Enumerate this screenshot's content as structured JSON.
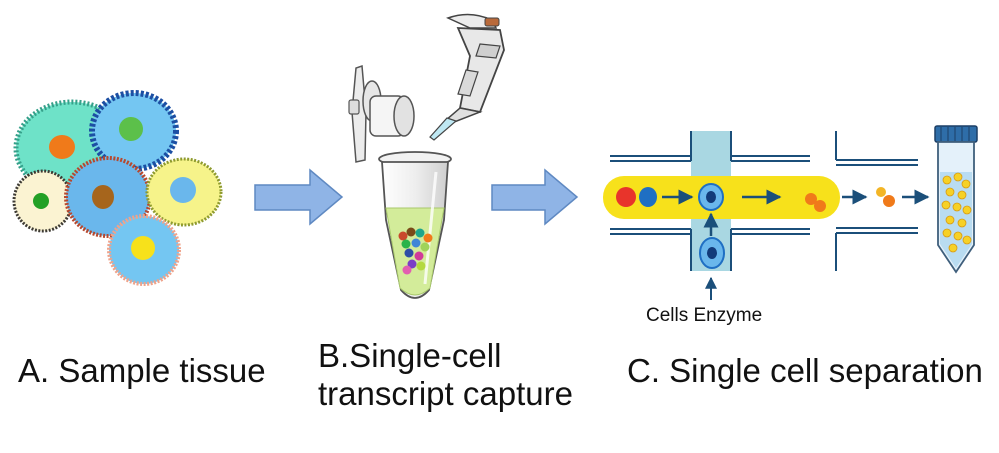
{
  "panels": [
    {
      "id": "a",
      "caption_lines": [
        "A. Sample tissue"
      ]
    },
    {
      "id": "b",
      "caption_lines": [
        "B.Single-cell",
        "transcript capture"
      ]
    },
    {
      "id": "c",
      "caption_lines": [
        "C. Single cell separation"
      ]
    }
  ],
  "labels": {
    "cells_enzyme": "Cells Enzyme"
  },
  "colors": {
    "arrow_fill": "#8fb4e6",
    "channel_fill": "#f7e11b",
    "channel_wall": "#1b4f7a",
    "cell_blue": "#6ab7ec",
    "nucleus_navy": "#123b7a",
    "orange": "#f07a1a",
    "red": "#e8342b",
    "tube_liquid": "#d3ec9a"
  }
}
